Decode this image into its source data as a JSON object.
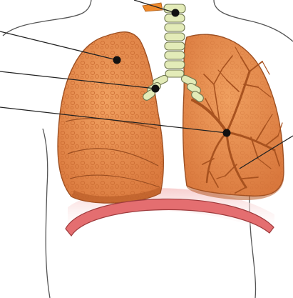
{
  "diagram": {
    "callouts": [
      {
        "target": "trachea"
      },
      {
        "target": "left-lung"
      },
      {
        "target": "bronchus"
      },
      {
        "target": "bronchial-tree"
      }
    ],
    "colors": {
      "lung_fill": "#e8874a",
      "lung_shadow": "#c9682f",
      "lung_dark": "#b65a26",
      "trachea_fill": "#e3ebb8",
      "trachea_stroke": "#6f7650",
      "diaphragm": "#e46e70",
      "outline": "#555555",
      "leader": "#222222",
      "throat_accent": "#f08a2a"
    }
  }
}
